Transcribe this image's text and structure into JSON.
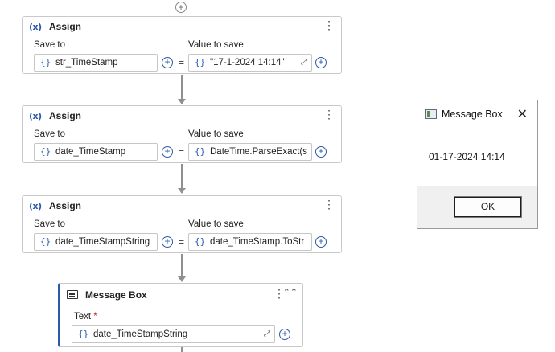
{
  "assign_cards": [
    {
      "title": "Assign",
      "save_to_label": "Save to",
      "save_to_value": "str_TimeStamp",
      "value_label": "Value to save",
      "value": "\"17-1-2024 14:14\""
    },
    {
      "title": "Assign",
      "save_to_label": "Save to",
      "save_to_value": "date_TimeStamp",
      "value_label": "Value to save",
      "value": "DateTime.ParseExact(s"
    },
    {
      "title": "Assign",
      "save_to_label": "Save to",
      "save_to_value": "date_TimeStampString",
      "value_label": "Value to save",
      "value": "date_TimeStamp.ToStr"
    }
  ],
  "message_box_activity": {
    "title": "Message Box",
    "text_label": "Text",
    "required_mark": "*",
    "text_value": "date_TimeStampString"
  },
  "symbols": {
    "assign_icon": "(x)",
    "brace": "{}",
    "equals": "=",
    "plus": "+",
    "kebab": "⋮",
    "expand": "⤢",
    "collapse": "⌃⌃",
    "close": "✕"
  },
  "dialog": {
    "title": "Message Box",
    "message": "01-17-2024 14:14",
    "ok_label": "OK"
  },
  "colors": {
    "accent": "#2b5aa8",
    "border": "#c9c9c9",
    "connector": "#8f8f8f"
  }
}
